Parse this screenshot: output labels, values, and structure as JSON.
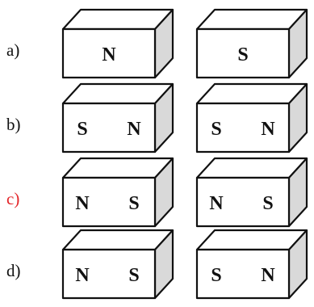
{
  "colors": {
    "highlight_label": "#e3262a",
    "label_default": "#111111",
    "face_front": "#ffffff",
    "face_top": "#ffffff",
    "face_side": "#d9d9d9",
    "stroke": "#111111"
  },
  "rows": [
    {
      "label": "a)",
      "highlighted": false,
      "magnets": [
        {
          "poles": [
            "N"
          ]
        },
        {
          "poles": [
            "S"
          ]
        }
      ]
    },
    {
      "label": "b)",
      "highlighted": false,
      "magnets": [
        {
          "poles": [
            "S",
            "N"
          ]
        },
        {
          "poles": [
            "S",
            "N"
          ]
        }
      ]
    },
    {
      "label": "c)",
      "highlighted": true,
      "magnets": [
        {
          "poles": [
            "N",
            "S"
          ]
        },
        {
          "poles": [
            "N",
            "S"
          ]
        }
      ]
    },
    {
      "label": "d)",
      "highlighted": false,
      "magnets": [
        {
          "poles": [
            "N",
            "S"
          ]
        },
        {
          "poles": [
            "S",
            "N"
          ]
        }
      ]
    }
  ]
}
